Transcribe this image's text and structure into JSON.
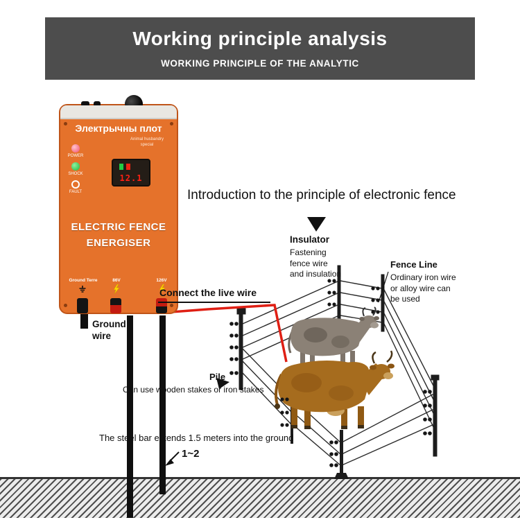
{
  "header": {
    "title": "Working principle analysis",
    "subtitle": "WORKING PRINCIPLE OF THE ANALYTIC"
  },
  "device": {
    "brand": "Электрычны плот",
    "tagline": "Animal husbandry\nspecial",
    "leds": [
      {
        "label": "POWER",
        "color": "#f2506e"
      },
      {
        "label": "SHOCK",
        "color": "#1fb93c"
      },
      {
        "label": "FAULT",
        "color": "none"
      }
    ],
    "display_value": "12.1",
    "name": "ELECTRIC FENCE\nENERGISER",
    "terminals": [
      "Ground Terre",
      "86V",
      "126V"
    ]
  },
  "diagram": {
    "title": "Introduction to the principle of electronic fence",
    "insulator_title": "Insulator",
    "insulator_desc": "Fastening\nfence wire\nand insulation",
    "fence_line_title": "Fence Line",
    "fence_line_desc": "Ordinary iron wire\nor alloy wire can\nbe used",
    "live_wire_label": "Connect the live wire",
    "ground_wire_label": "Ground\nwire",
    "pile_title": "Pile",
    "pile_desc": "Can use wooden stakes or iron stakes",
    "steel_bar_note": "The steel bar extends 1.5 meters into the ground",
    "depth_label": "1~2"
  },
  "colors": {
    "banner_gray": "#4d4d4d",
    "device_orange": "#e5722b",
    "live_wire_red": "#df1f14",
    "bolt_yellow": "#ffd400"
  }
}
